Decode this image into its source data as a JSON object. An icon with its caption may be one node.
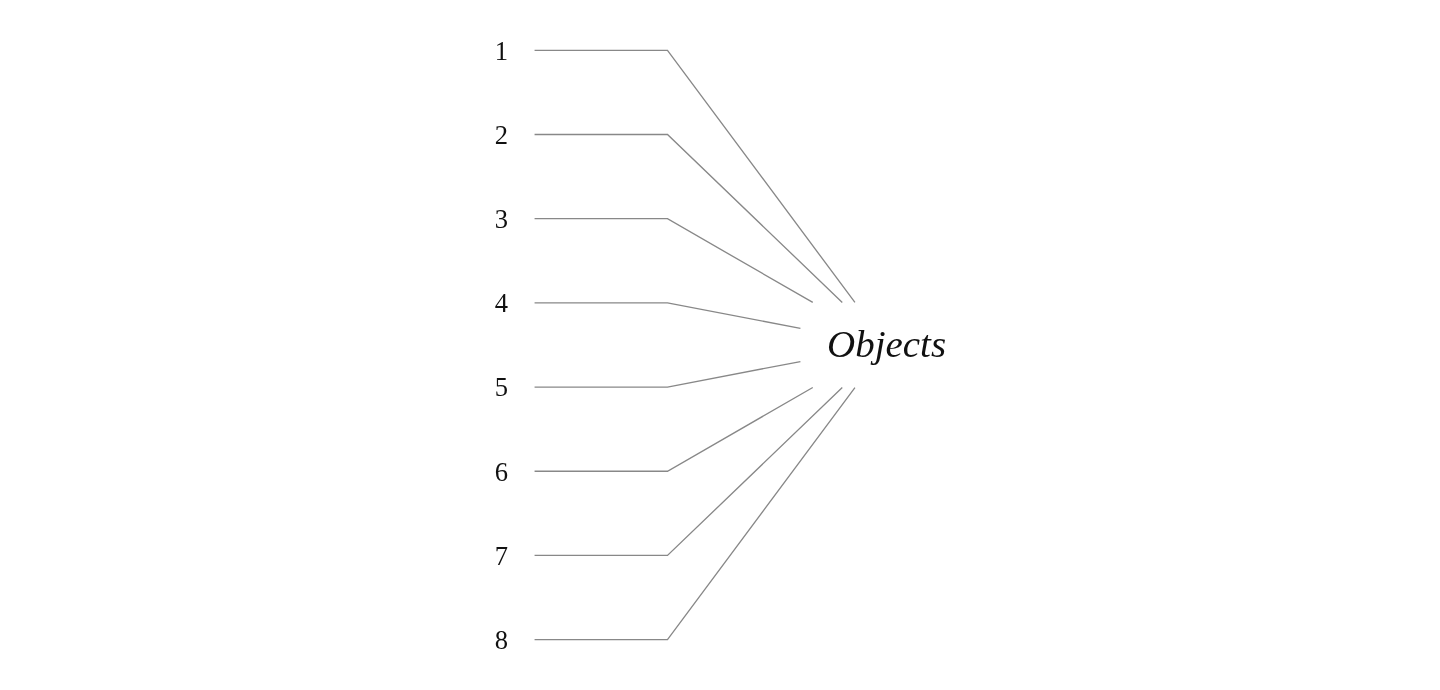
{
  "diagram": {
    "nodes": [
      {
        "text": [
          "1"
        ]
      },
      {
        "text": [
          "2"
        ]
      },
      {
        "text": [
          "3"
        ]
      },
      {
        "text": [
          "4"
        ]
      },
      {
        "text": [
          "5"
        ]
      },
      {
        "text": [
          "6"
        ]
      },
      {
        "text": [
          "7"
        ]
      },
      {
        "text": [
          "8"
        ]
      },
      {
        "text": [
          "Objects"
        ]
      }
    ],
    "edges": [
      {
        "from": 0,
        "to": 8,
        "arrow": "none"
      },
      {
        "from": 1,
        "to": 8,
        "arrow": "none"
      },
      {
        "from": 2,
        "to": 8,
        "arrow": "none"
      },
      {
        "from": 3,
        "to": 8,
        "arrow": "none"
      },
      {
        "from": 4,
        "to": 8,
        "arrow": "none"
      },
      {
        "from": 5,
        "to": 8,
        "arrow": "none"
      },
      {
        "from": 6,
        "to": 8,
        "arrow": "none"
      },
      {
        "from": 7,
        "to": 8,
        "arrow": "none"
      }
    ]
  }
}
